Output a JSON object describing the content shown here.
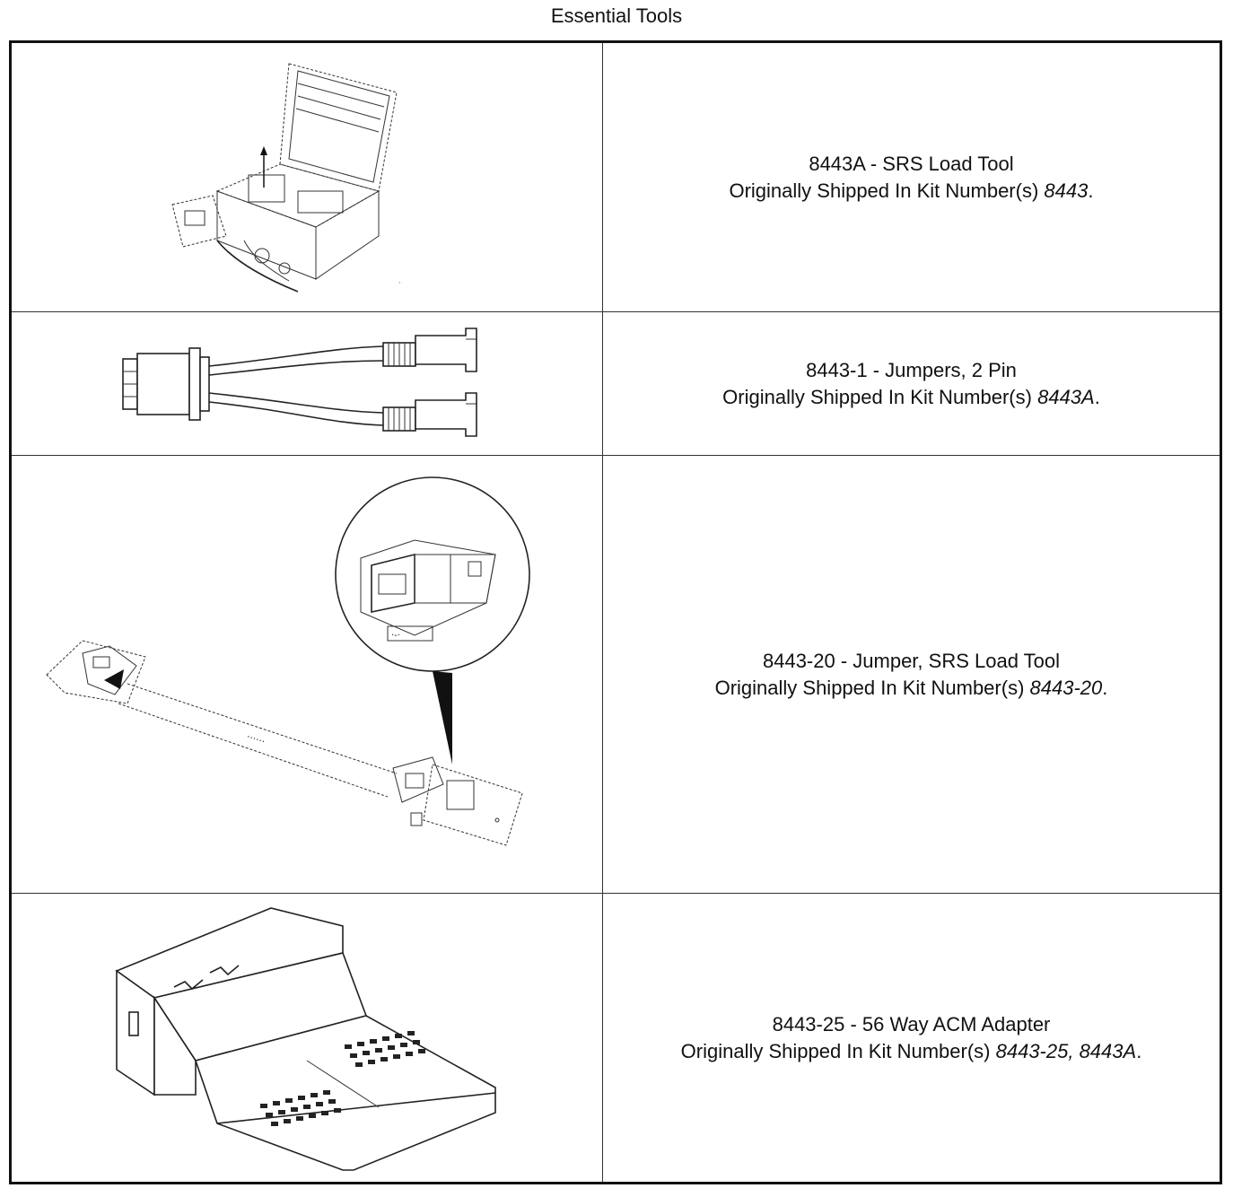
{
  "document": {
    "title": "Essential Tools"
  },
  "tools": [
    {
      "name": "8443A - SRS Load Tool",
      "shipped_prefix": "Originally Shipped In Kit Number(s)",
      "kits": "8443",
      "illustration": "srs-load-tool-case"
    },
    {
      "name": "8443-1 - Jumpers, 2 Pin",
      "shipped_prefix": "Originally Shipped In Kit Number(s)",
      "kits": "8443A",
      "illustration": "two-pin-jumper"
    },
    {
      "name": "8443-20 - Jumper, SRS Load Tool",
      "shipped_prefix": "Originally Shipped In Kit Number(s)",
      "kits": "8443-20",
      "illustration": "srs-jumper-cable"
    },
    {
      "name": "8443-25 - 56 Way ACM Adapter",
      "shipped_prefix": "Originally Shipped In Kit Number(s)",
      "kits": "8443-25, 8443A",
      "illustration": "acm-adapter"
    }
  ]
}
